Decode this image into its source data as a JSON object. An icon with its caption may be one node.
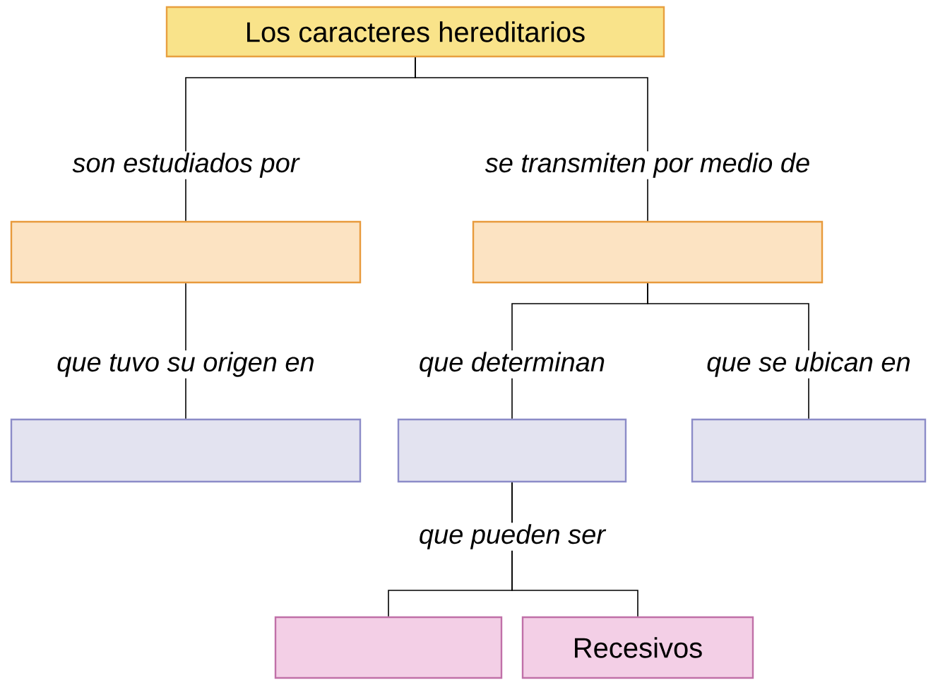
{
  "diagram": {
    "nodes": [
      {
        "text": [
          "Los caracteres hereditarios"
        ]
      },
      {
        "text": [],
        "shape": "box"
      },
      {
        "text": [],
        "shape": "box"
      },
      {
        "text": [],
        "shape": "box"
      },
      {
        "text": [],
        "shape": "box"
      },
      {
        "text": [],
        "shape": "box"
      },
      {
        "text": [],
        "shape": "box"
      },
      {
        "text": [
          "Recesivos"
        ]
      }
    ],
    "edges": [
      {
        "from": 0,
        "to": 1,
        "arrow": "none",
        "label": "son estudiados por"
      },
      {
        "from": 0,
        "to": 2,
        "arrow": "none",
        "label": "se transmiten por medio de"
      },
      {
        "from": 1,
        "to": 3,
        "arrow": "none",
        "label": "que tuvo su origen en"
      },
      {
        "from": 2,
        "to": 4,
        "arrow": "none",
        "label": "que determinan"
      },
      {
        "from": 2,
        "to": 5,
        "arrow": "none",
        "label": "que se ubican en"
      },
      {
        "from": 4,
        "to": 6,
        "arrow": "none",
        "label": "que pueden ser"
      },
      {
        "from": 4,
        "to": 7,
        "arrow": "none"
      }
    ]
  }
}
